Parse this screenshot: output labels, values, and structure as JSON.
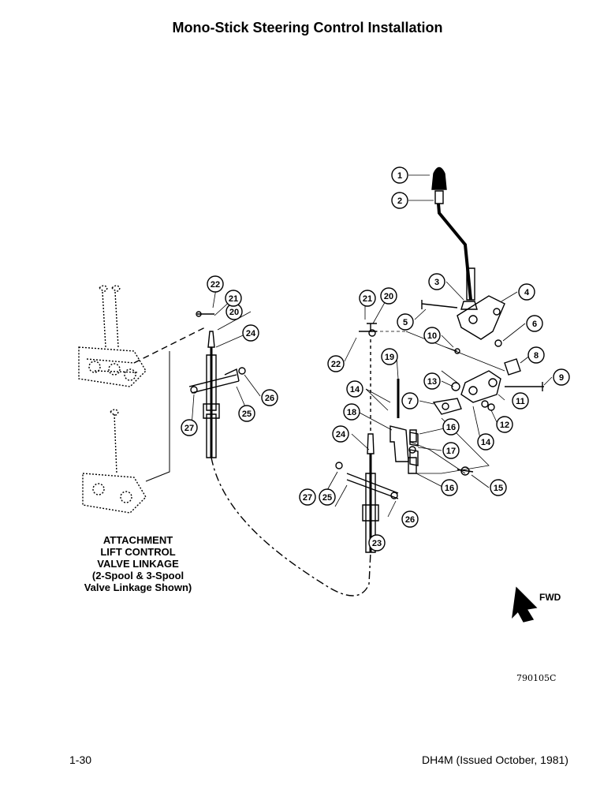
{
  "title": "Mono-Stick Steering Control Installation",
  "caption_lines": [
    "ATTACHMENT",
    "LIFT CONTROL",
    "VALVE LINKAGE",
    "(2-Spool & 3-Spool",
    "Valve Linkage Shown)"
  ],
  "fwd_label": "FWD",
  "figure_number": "790105C",
  "page_number": "1-30",
  "doc_ref": "DH4M (Issued October, 1981)",
  "callouts": [
    "1",
    "2",
    "3",
    "4",
    "5",
    "6",
    "8",
    "9",
    "10",
    "11",
    "12",
    "13",
    "14",
    "15",
    "16",
    "17",
    "18",
    "19",
    "20",
    "21",
    "22",
    "23",
    "24",
    "25",
    "26",
    "27",
    "7",
    "14",
    "16",
    "20",
    "21",
    "22",
    "24",
    "25",
    "26",
    "27"
  ]
}
